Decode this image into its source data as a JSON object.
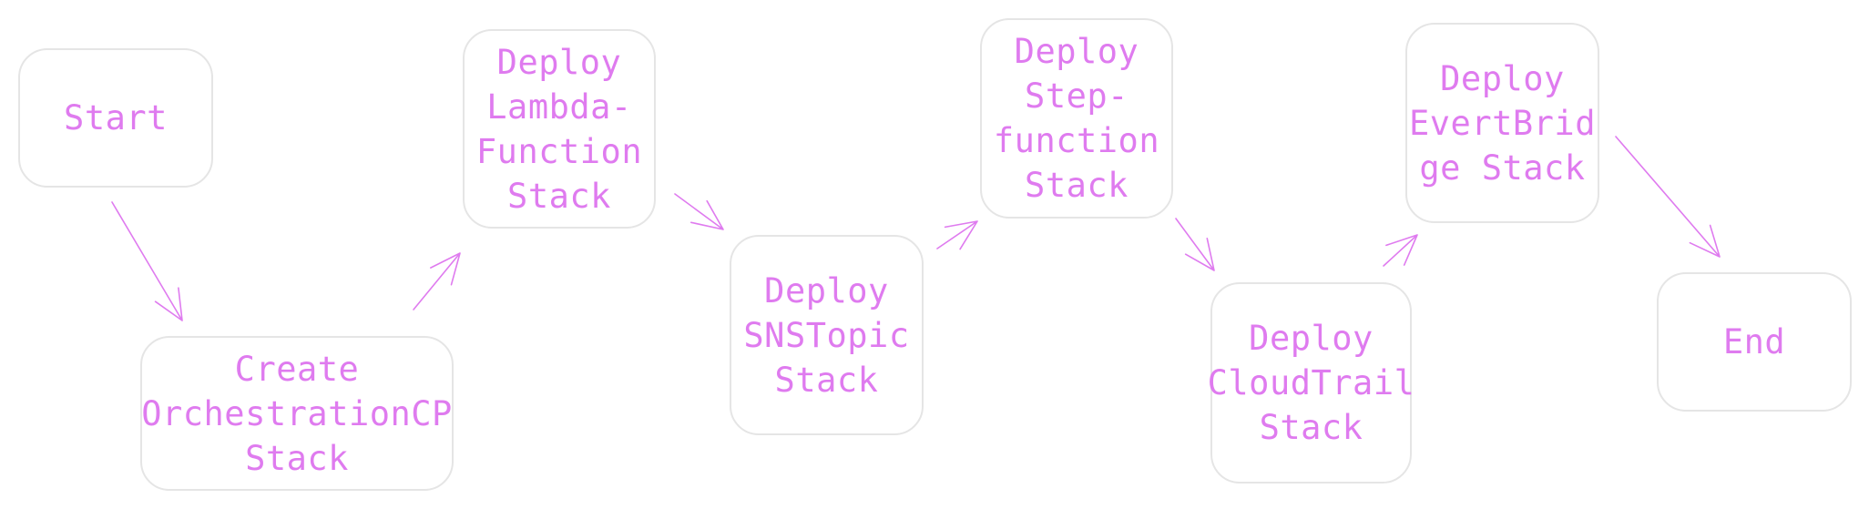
{
  "diagram": {
    "colors": {
      "text": "#df7bef",
      "edge": "#df7bef",
      "node_border": "#e5e5e5",
      "background": "#ffffff"
    },
    "nodes": [
      {
        "id": "start",
        "label": "Start"
      },
      {
        "id": "create-orchestration",
        "label": "Create\nOrchestrationCP\nStack"
      },
      {
        "id": "deploy-lambda",
        "label": "Deploy\nLambda-\nFunction\nStack"
      },
      {
        "id": "deploy-sns",
        "label": "Deploy\nSNSTopic\nStack"
      },
      {
        "id": "deploy-stepfunction",
        "label": "Deploy\nStep-\nfunction\nStack"
      },
      {
        "id": "deploy-cloudtrail",
        "label": "Deploy\nCloudTrail\nStack"
      },
      {
        "id": "deploy-eventbridge",
        "label": "Deploy\nEvertBrid\nge Stack"
      },
      {
        "id": "end",
        "label": "End"
      }
    ],
    "edges": [
      {
        "from": "start",
        "to": "create-orchestration"
      },
      {
        "from": "create-orchestration",
        "to": "deploy-lambda"
      },
      {
        "from": "deploy-lambda",
        "to": "deploy-sns"
      },
      {
        "from": "deploy-sns",
        "to": "deploy-stepfunction"
      },
      {
        "from": "deploy-stepfunction",
        "to": "deploy-cloudtrail"
      },
      {
        "from": "deploy-cloudtrail",
        "to": "deploy-eventbridge"
      },
      {
        "from": "deploy-eventbridge",
        "to": "end"
      }
    ]
  }
}
